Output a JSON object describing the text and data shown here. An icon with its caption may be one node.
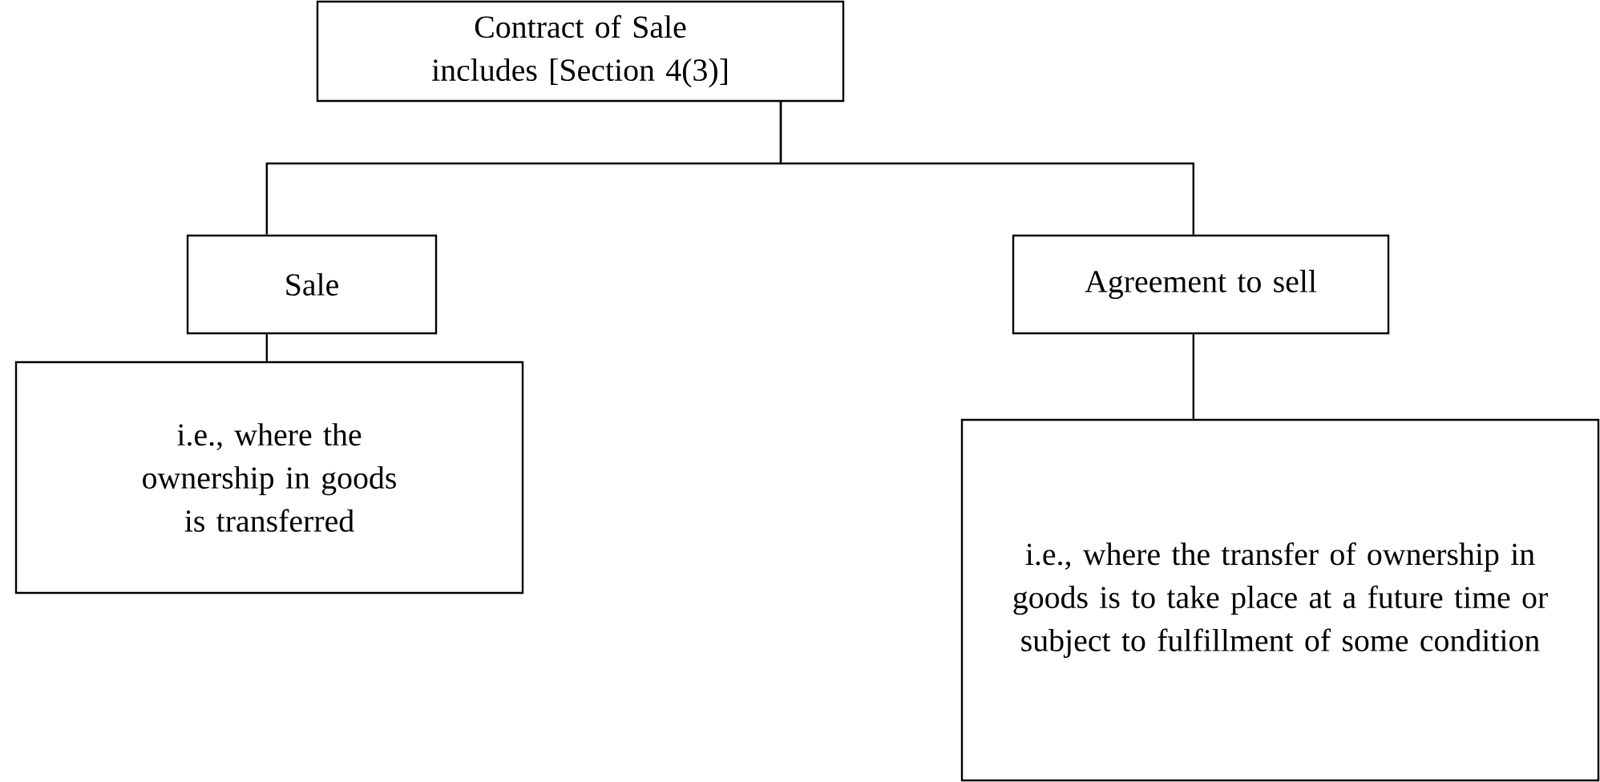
{
  "diagram": {
    "nodes": [
      {
        "text": [
          "Contract of Sale includes [Section 4(3)]"
        ]
      },
      {
        "text": [
          "Sale"
        ]
      },
      {
        "text": [
          "Agreement to sell"
        ]
      },
      {
        "text": [
          "i.e., where the ownership in goods is transferred"
        ]
      },
      {
        "text": [
          "i.e., where the transfer of ownership in goods is to take place at a future time or subject to fulfillment of some condition"
        ]
      }
    ],
    "edges": [
      {
        "from": 0,
        "to": 1,
        "arrow": "none"
      },
      {
        "from": 0,
        "to": 2,
        "arrow": "none"
      },
      {
        "from": 1,
        "to": 3,
        "arrow": "none"
      },
      {
        "from": 2,
        "to": 4,
        "arrow": "none"
      }
    ]
  }
}
